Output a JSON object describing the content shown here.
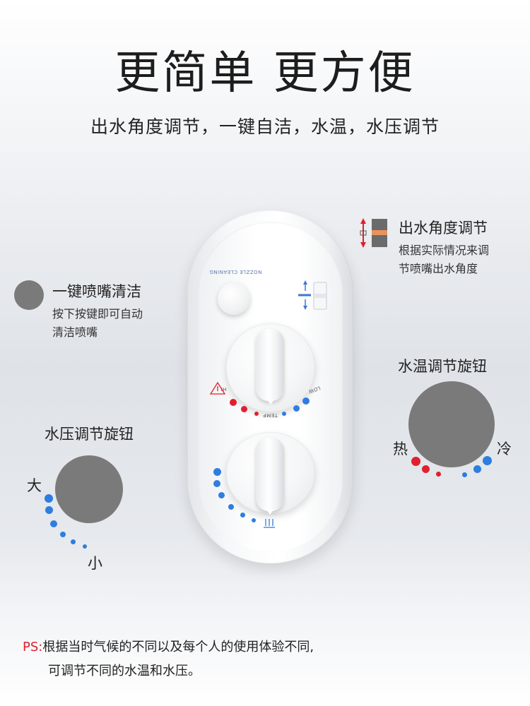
{
  "header": {
    "title": "更简单 更方便",
    "subtitle": "出水角度调节，一键自洁，水温，水压调节"
  },
  "features": {
    "angle": {
      "title": "出水角度调节",
      "desc_line1": "根据实际情况来调",
      "desc_line2": "节喷嘴出水角度"
    },
    "nozzle": {
      "title": "一键喷嘴清洁",
      "desc_line1": "按下按键即可自动",
      "desc_line2": "清洁喷嘴"
    },
    "temp": {
      "title": "水温调节旋钮",
      "hot": "热",
      "cold": "冷"
    },
    "pressure": {
      "title": "水压调节旋钮",
      "big": "大",
      "small": "小"
    }
  },
  "panel": {
    "nozzle_label": "NOZZLE CLEANING",
    "hi_label": "HI",
    "low_label": "LOW",
    "temp_label": "TEMP"
  },
  "footer": {
    "ps_prefix": "PS:",
    "ps_line1": "根据当时气候的不同以及每个人的使用体验不同,",
    "ps_line2": "可调节不同的水温和水压。"
  },
  "colors": {
    "accent_red": "#e0202e",
    "accent_blue": "#2e7de0",
    "placeholder_gray": "#7a7a7a",
    "orange_bar": "#e8945a"
  }
}
